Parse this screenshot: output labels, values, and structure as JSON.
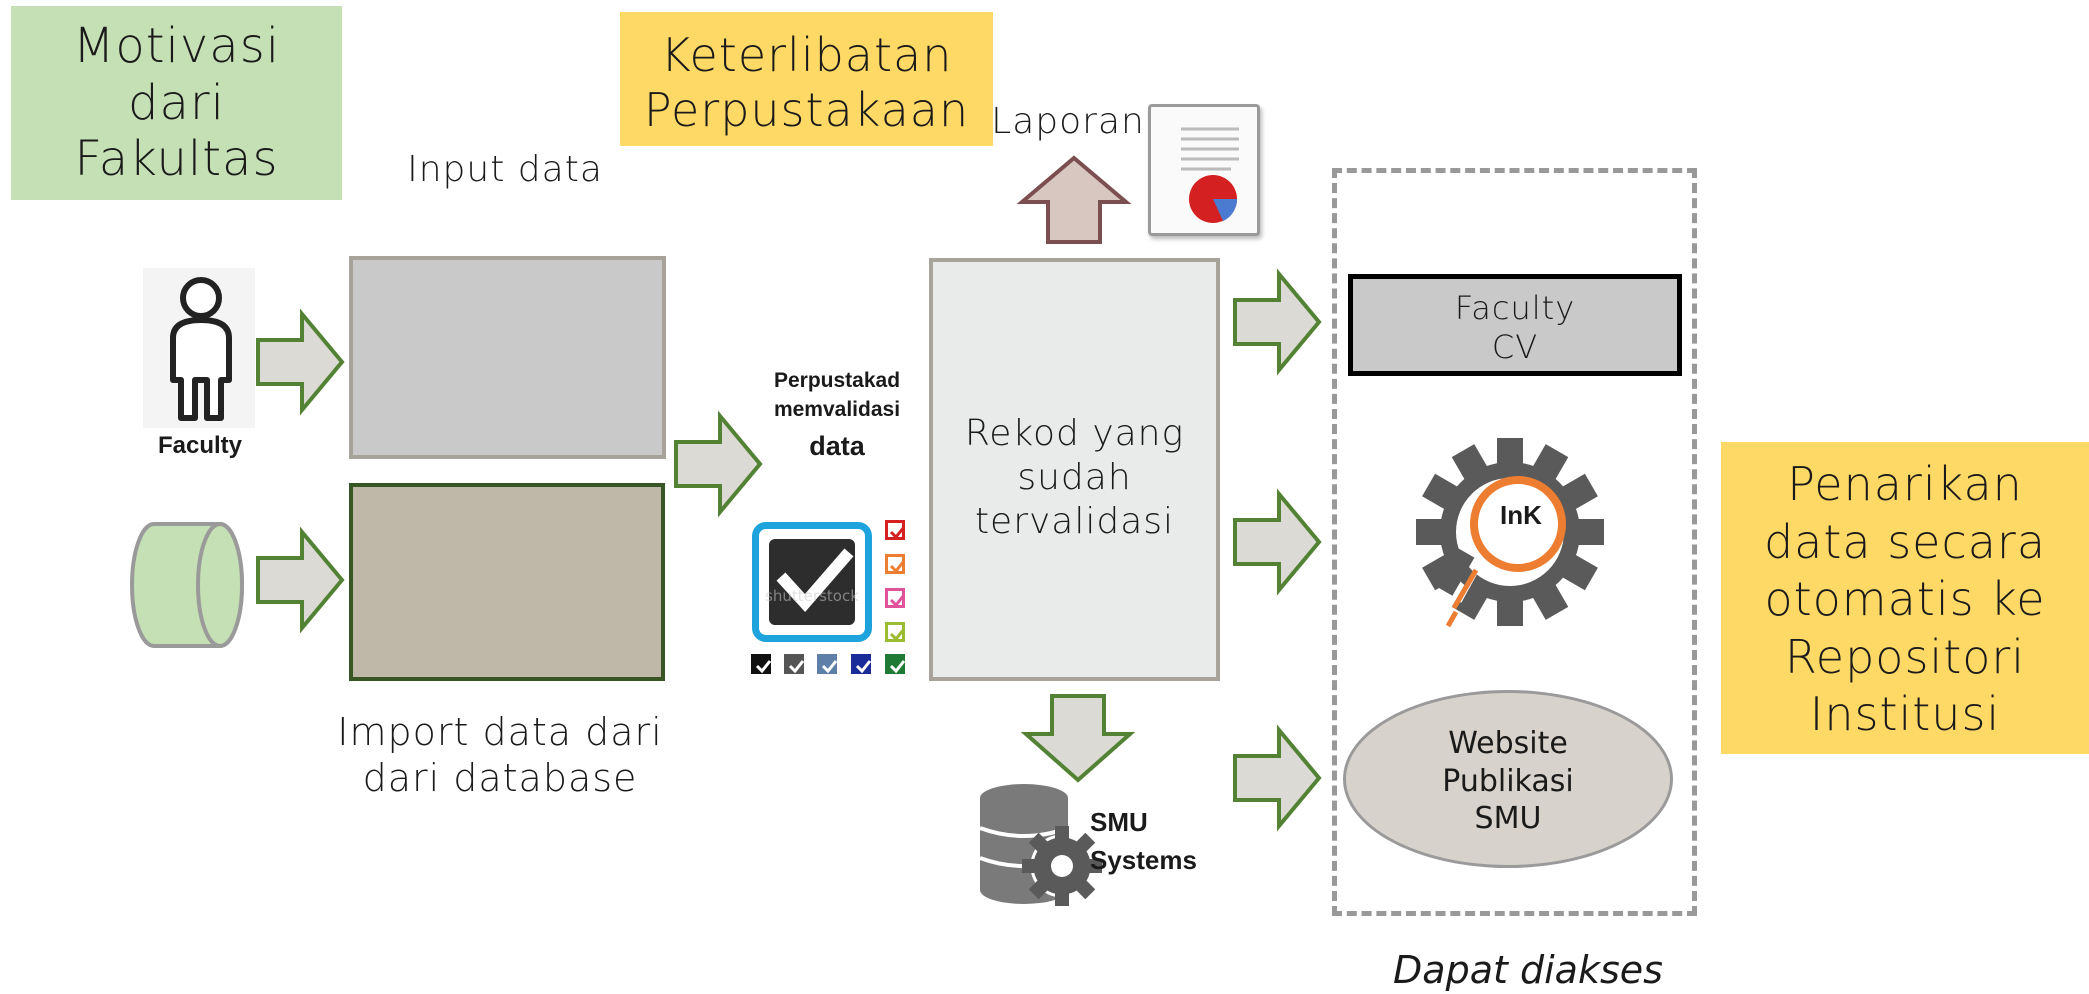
{
  "notes": {
    "motivasi": "Motivasi\ndari\nFakultas",
    "keterlibatan": "Keterlibatan\nPerpustakaan",
    "penarikan": "Penarikan\ndata secara\notomatis ke\nRepositori\nInstitusi"
  },
  "labels": {
    "input_data": "Input data",
    "faculty": "Faculty",
    "import_data": "Import data dari\ndari database",
    "perpustakaan_validasi_1": "Perpustakad\nmemvalidasi",
    "perpustakaan_validasi_2": "data",
    "checkbox_watermark": "shutterstock",
    "rekod": "Rekod yang\nsudah\ntervalidasi",
    "laporan": "Laporan",
    "smu_systems": "SMU\nSystems",
    "faculty_cv": "Faculty\nCV",
    "ink": "InK",
    "website": "Website\nPublikasi\nSMU",
    "dapat_diakses": "Dapat diakses"
  },
  "colors": {
    "note_green": "#c5e0b4",
    "note_yellow": "#ffd966",
    "arrow_fill": "#dcdad4",
    "arrow_border": "#548235",
    "input_box": "#c9c9c9",
    "import_box": "#bfb7a8",
    "import_border": "#375623",
    "rekod_box": "#e9ebea",
    "gear": "#5a5a5a",
    "gear_ring": "#ed7d31",
    "cylinder": "#c5e0b4",
    "up_arrow": "#d8c6c0",
    "up_arrow_border": "#7b4f4f"
  },
  "icons": {
    "person": "person-icon",
    "database": "database-cylinder-icon",
    "checkbox": "big-checkbox-icon",
    "report": "report-document-icon",
    "smu_db": "database-gear-icon",
    "ink_gear": "gear-bulb-icon"
  }
}
